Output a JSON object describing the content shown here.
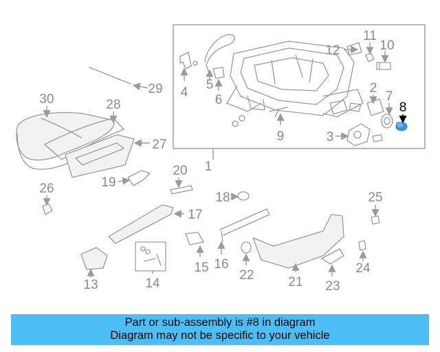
{
  "callouts": [
    "1",
    "2",
    "3",
    "4",
    "5",
    "6",
    "7",
    "8",
    "9",
    "10",
    "11",
    "12",
    "13",
    "14",
    "15",
    "16",
    "17",
    "18",
    "19",
    "20",
    "21",
    "22",
    "23",
    "24",
    "25",
    "26",
    "27",
    "28",
    "29",
    "30"
  ],
  "highlight_callout": "8",
  "colors": {
    "banner": "#4bbef5",
    "highlight_part": "#3aa0ea",
    "line": "#9a9a9a"
  },
  "banner": {
    "line1": "Part or sub-assembly is #8 in diagram",
    "line2": "Diagram may not be specific to your vehicle"
  }
}
